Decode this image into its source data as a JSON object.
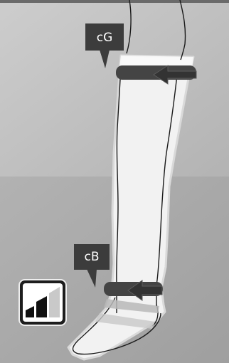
{
  "colors": {
    "background_top": "#c0c0c0",
    "background_bottom": "#a7a7a7",
    "stocking_fill": "#f2f2f2",
    "stocking_edge": "#d6d6d6",
    "leg_outline": "#1a1a1a",
    "band": "#444444",
    "callout": "#3c3c3c",
    "label_text": "#ffffff",
    "icon_bar_dark": "#111111",
    "icon_bar_light": "#c9c9c9"
  },
  "measurements": {
    "upper": {
      "code": "cG",
      "icon": "measuring-band-arrow"
    },
    "ankle": {
      "code": "cB",
      "icon": "measuring-band-arrow"
    }
  },
  "compression_selector": {
    "icon": "signal-bars-icon",
    "level": 2,
    "max_level": 3
  }
}
